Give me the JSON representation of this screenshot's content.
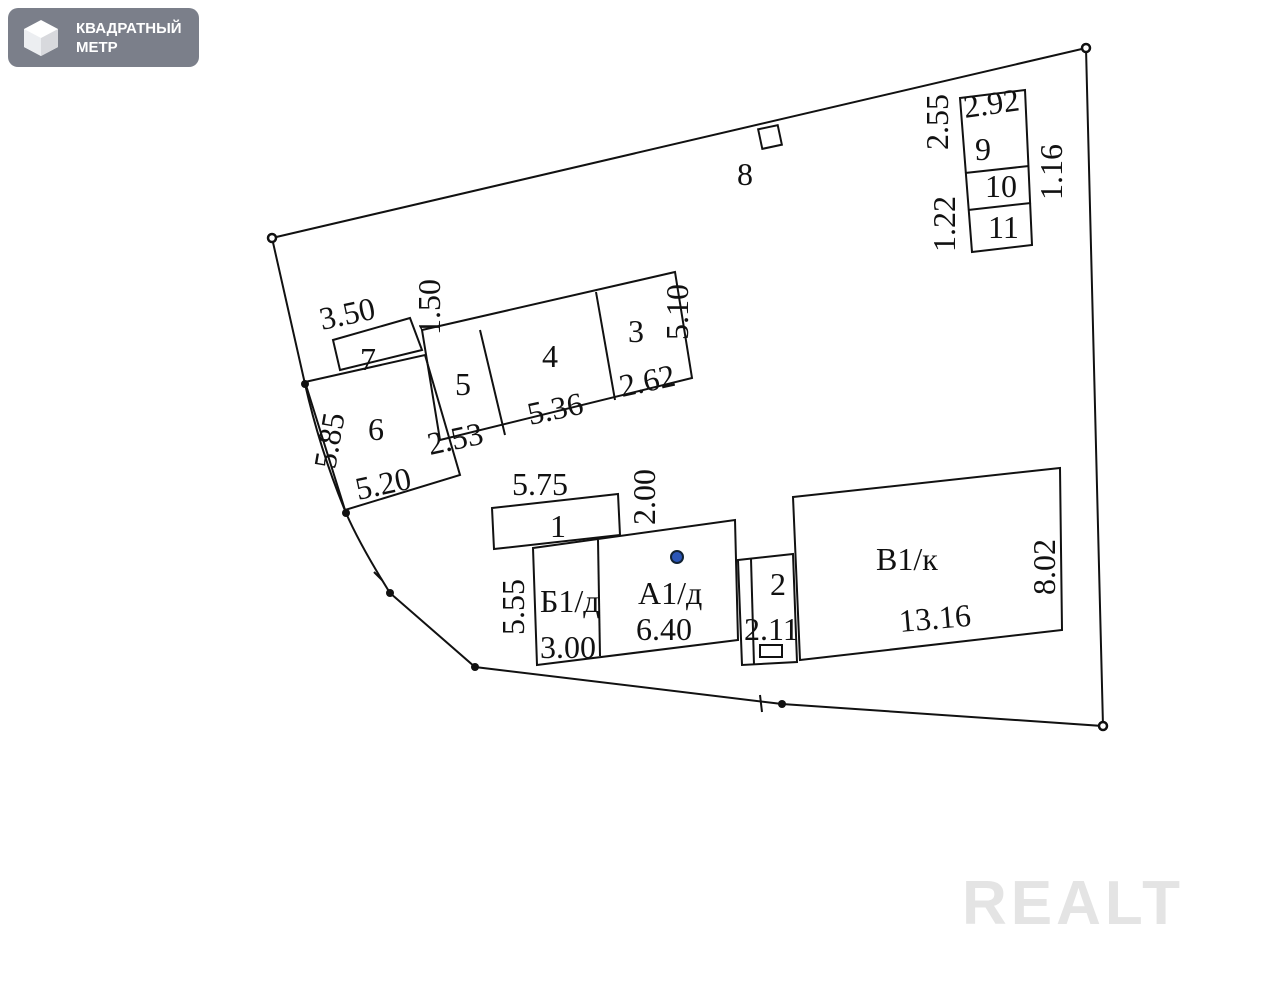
{
  "logo": {
    "line1": "КВАДРАТНЫЙ",
    "line2": "МЕТР"
  },
  "watermark": "REALT",
  "plan": {
    "item8": "8",
    "small_block": {
      "top": "2.92",
      "left_upper": "2.55",
      "left_lower": "1.22",
      "right": "1.16",
      "room9": "9",
      "room10": "10",
      "room11": "11"
    },
    "b7": {
      "num": "7",
      "width": "3.50",
      "depth": "1.50"
    },
    "b6": {
      "num": "6",
      "width": "5.20",
      "depth": "5.85"
    },
    "b5": {
      "num": "5",
      "width": "2.53"
    },
    "b4": {
      "num": "4",
      "width": "5.36"
    },
    "b3": {
      "num": "3",
      "width": "2.62",
      "depth": "5.10"
    },
    "b1": {
      "num": "1",
      "width": "5.75",
      "depth": "2.00"
    },
    "bB1": {
      "name": "Б1/д",
      "width": "3.00",
      "depth": "5.55"
    },
    "bA1": {
      "name": "А1/д",
      "width": "6.40"
    },
    "b2": {
      "num": "2",
      "width": "2.11"
    },
    "bV1": {
      "name": "В1/к",
      "width": "13.16",
      "depth": "8.02"
    }
  }
}
